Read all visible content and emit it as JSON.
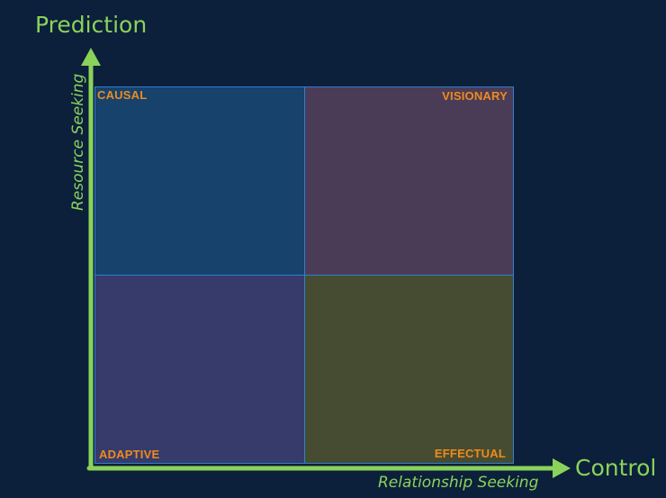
{
  "axes": {
    "y_title": "Prediction",
    "y_subtitle": "Resource Seeking",
    "x_title": "Control",
    "x_subtitle": "Relationship Seeking",
    "axis_color": "#8ad35a"
  },
  "quadrants": {
    "top_left": {
      "label": "CAUSAL",
      "color": "#16426c"
    },
    "top_right": {
      "label": "VISIONARY",
      "color": "#4a3c56"
    },
    "bottom_left": {
      "label": "ADAPTIVE",
      "color": "#363b6b"
    },
    "bottom_right": {
      "label": "EFFECTUAL",
      "color": "#464c31"
    }
  },
  "label_color": "#ee8b1e",
  "border_color": "#2f7fcf"
}
